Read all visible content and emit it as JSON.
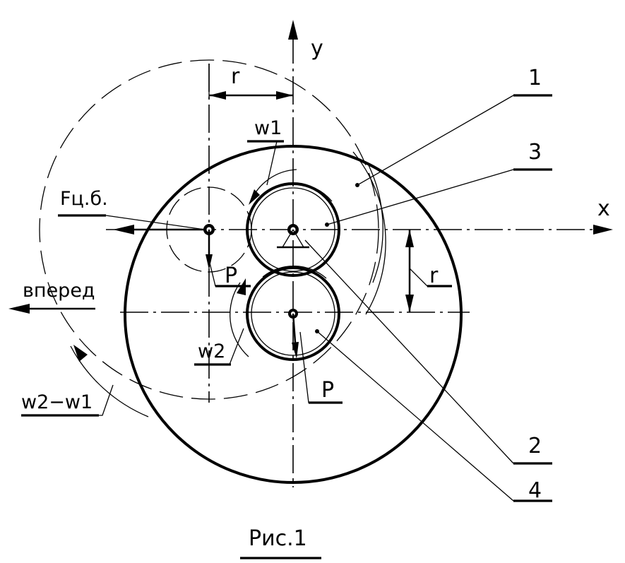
{
  "figure": {
    "caption": "Рис.1",
    "axes": {
      "x": "x",
      "y": "y"
    },
    "labels": {
      "part1": "1",
      "part2": "2",
      "part3": "3",
      "part4": "4",
      "radius_top": "r",
      "radius_right": "r",
      "omega1": "w1",
      "omega2": "w2",
      "omega_diff": "w2−w1",
      "centrifugal_force": "Fц.б.",
      "forward": "вперед",
      "weight_left": "P",
      "weight_bottom": "P"
    }
  }
}
